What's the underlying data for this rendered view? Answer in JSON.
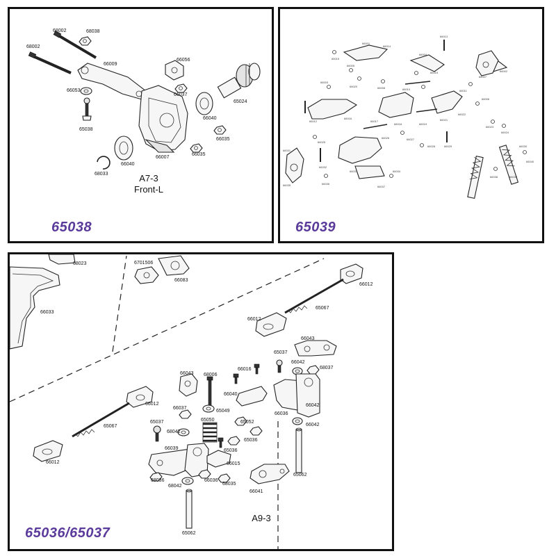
{
  "panels": {
    "p1": {
      "code": "65038",
      "caption_line1": "A7-3",
      "caption_line2": "Front-L",
      "labels": [
        "68002",
        "68038",
        "68002",
        "66009",
        "66056",
        "66053",
        "66037",
        "66040",
        "65024",
        "65038",
        "66035",
        "66035",
        "66040",
        "66007",
        "68033"
      ]
    },
    "p2": {
      "code": "65039",
      "labels": [
        "66013",
        "66001",
        "66014",
        "65015",
        "66005",
        "66004",
        "66015",
        "66007",
        "66002",
        "66003",
        "66020",
        "66008",
        "66010",
        "66011",
        "66006",
        "66012",
        "66016",
        "66017",
        "66018",
        "66019",
        "66021",
        "66022",
        "66023",
        "66024",
        "66025",
        "66026",
        "66027",
        "66028",
        "66029",
        "66030",
        "66031",
        "66032",
        "66033",
        "66034",
        "66035",
        "66036",
        "66037",
        "66038",
        "66039",
        "66040"
      ]
    },
    "p3": {
      "code": "65036/65037",
      "caption": "A9-3",
      "labels": [
        "68023",
        "6701506",
        "66083",
        "66012",
        "66033",
        "65067",
        "66012",
        "66043",
        "65037",
        "66016",
        "66042",
        "68037",
        "66043",
        "68006",
        "66040",
        "66012",
        "66037",
        "65049",
        "66036",
        "66042",
        "65037",
        "65050",
        "65052",
        "68042",
        "66042",
        "65067",
        "65036",
        "66039",
        "65036",
        "66012",
        "66015",
        "65062",
        "68036",
        "66036",
        "68035",
        "68042",
        "66041",
        "65062"
      ]
    }
  },
  "icons": {
    "screw": "screw-icon",
    "nut": "nut-icon",
    "bearing": "bearing-icon",
    "ball-stud": "ball-stud-icon",
    "rod-end": "rod-end-icon",
    "spring": "spring-icon",
    "pin": "pin-icon"
  },
  "colors": {
    "border": "#111111",
    "code_label": "#5a3a9a",
    "part_fill": "#f6f6f6",
    "part_shade": "#e4e4e4"
  }
}
